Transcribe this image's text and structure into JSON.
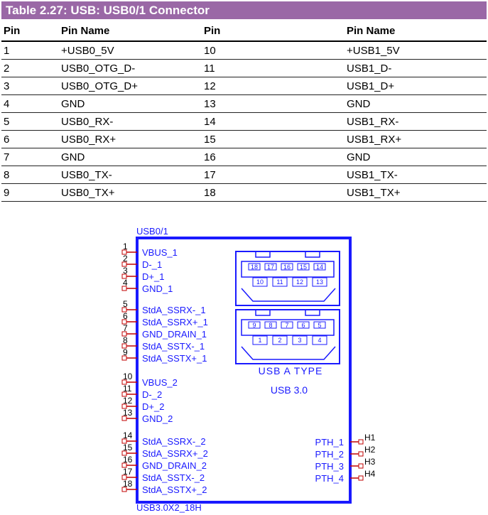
{
  "table": {
    "title": "Table 2.27: USB: USB0/1 Connector",
    "headers": [
      "Pin",
      "Pin Name",
      "Pin",
      "Pin Name"
    ],
    "rows": [
      {
        "pin_a": "1",
        "name_a": "+USB0_5V",
        "pin_b": "10",
        "name_b": "+USB1_5V"
      },
      {
        "pin_a": "2",
        "name_a": "USB0_OTG_D-",
        "pin_b": "11",
        "name_b": "USB1_D-"
      },
      {
        "pin_a": "3",
        "name_a": "USB0_OTG_D+",
        "pin_b": "12",
        "name_b": "USB1_D+"
      },
      {
        "pin_a": "4",
        "name_a": "GND",
        "pin_b": "13",
        "name_b": "GND"
      },
      {
        "pin_a": "5",
        "name_a": "USB0_RX-",
        "pin_b": "14",
        "name_b": "USB1_RX-"
      },
      {
        "pin_a": "6",
        "name_a": "USB0_RX+",
        "pin_b": "15",
        "name_b": "USB1_RX+"
      },
      {
        "pin_a": "7",
        "name_a": "GND",
        "pin_b": "16",
        "name_b": "GND"
      },
      {
        "pin_a": "8",
        "name_a": "USB0_TX-",
        "pin_b": "17",
        "name_b": "USB1_TX-"
      },
      {
        "pin_a": "9",
        "name_a": "USB0_TX+",
        "pin_b": "18",
        "name_b": "USB1_TX+"
      }
    ]
  },
  "schematic": {
    "ref": "USB0/1",
    "part": "USB3.0X2_18H",
    "type_label": "USB A TYPE",
    "standard_label": "USB 3.0",
    "left_pins": [
      {
        "num": "1",
        "label": "VBUS_1"
      },
      {
        "num": "2",
        "label": "D-_1"
      },
      {
        "num": "3",
        "label": "D+_1"
      },
      {
        "num": "4",
        "label": "GND_1"
      },
      {
        "num": "5",
        "label": "StdA_SSRX-_1"
      },
      {
        "num": "6",
        "label": "StdA_SSRX+_1"
      },
      {
        "num": "7",
        "label": "GND_DRAIN_1"
      },
      {
        "num": "8",
        "label": "StdA_SSTX-_1"
      },
      {
        "num": "9",
        "label": "StdA_SSTX+_1"
      },
      {
        "num": "10",
        "label": "VBUS_2"
      },
      {
        "num": "11",
        "label": "D-_2"
      },
      {
        "num": "12",
        "label": "D+_2"
      },
      {
        "num": "13",
        "label": "GND_2"
      },
      {
        "num": "14",
        "label": "StdA_SSRX-_2"
      },
      {
        "num": "15",
        "label": "StdA_SSRX+_2"
      },
      {
        "num": "16",
        "label": "GND_DRAIN_2"
      },
      {
        "num": "17",
        "label": "StdA_SSTX-_2"
      },
      {
        "num": "18",
        "label": "StdA_SSTX+_2"
      }
    ],
    "right_pins": [
      {
        "num": "H1",
        "label": "PTH_1"
      },
      {
        "num": "H2",
        "label": "PTH_2"
      },
      {
        "num": "H3",
        "label": "PTH_3"
      },
      {
        "num": "H4",
        "label": "PTH_4"
      }
    ],
    "top_port_numbers": [
      "18",
      "17",
      "16",
      "15",
      "14",
      "10",
      "11",
      "12",
      "13"
    ],
    "bottom_port_numbers": [
      "9",
      "8",
      "7",
      "6",
      "5",
      "1",
      "2",
      "3",
      "4"
    ]
  },
  "colors": {
    "title_bg": "#9a68a6",
    "schematic": "#1a1aff",
    "pins": "#c00000"
  }
}
